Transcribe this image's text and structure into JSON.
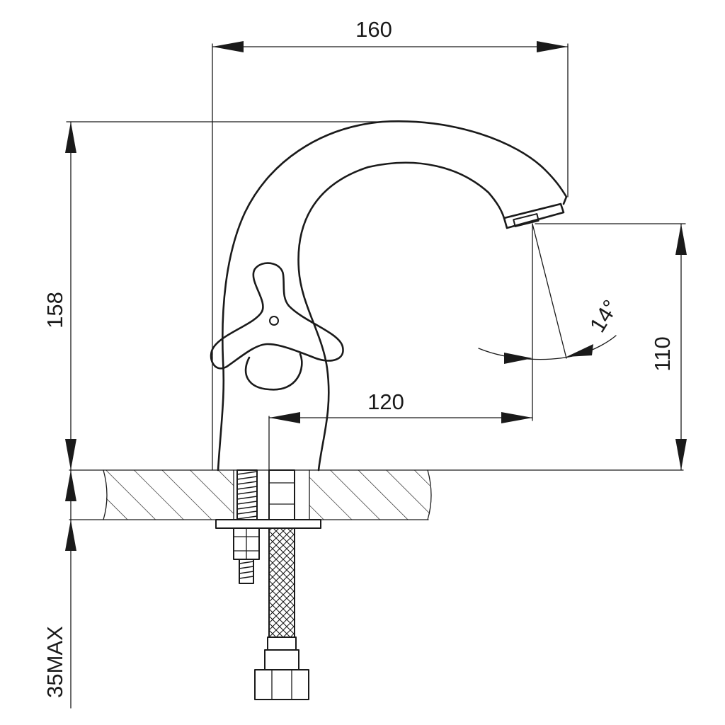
{
  "dimensions": {
    "overall_width": "160",
    "overall_height": "158",
    "spout_height": "110",
    "spout_reach": "120",
    "spout_angle": "14°",
    "max_deck_thickness": "35MAX"
  },
  "colors": {
    "line": "#1a1a1a",
    "background": "#ffffff"
  }
}
